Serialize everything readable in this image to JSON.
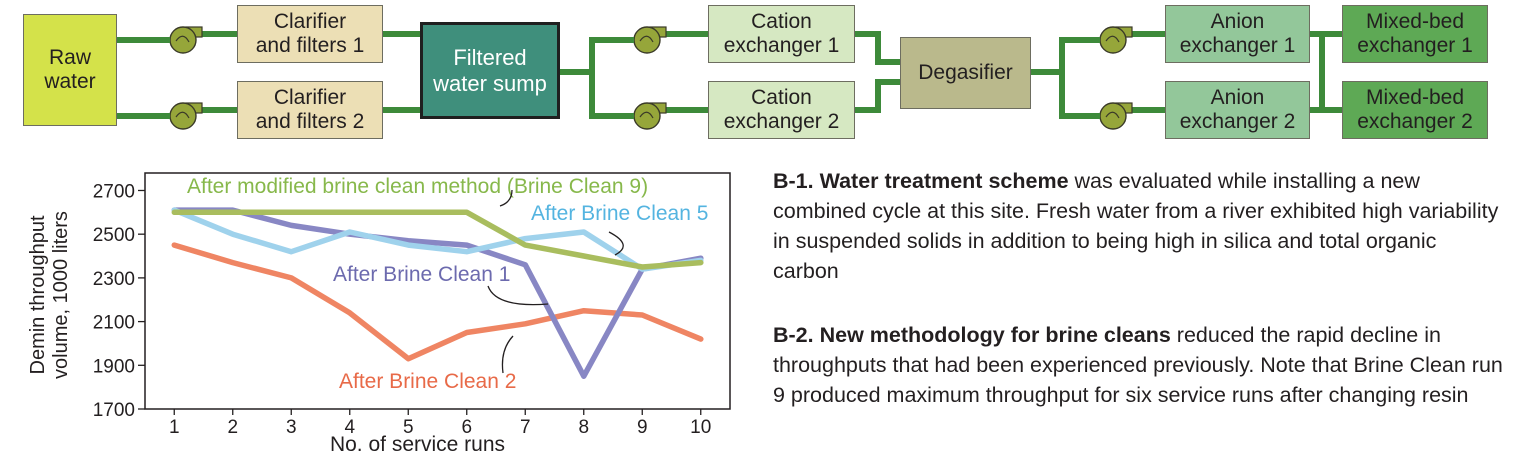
{
  "flow": {
    "boxes": {
      "raw_water": "Raw\nwater",
      "clarifier1": "Clarifier\nand filters 1",
      "clarifier2": "Clarifier\nand filters 2",
      "sump": "Filtered\nwater sump",
      "cation1": "Cation\nexchanger 1",
      "cation2": "Cation\nexchanger 2",
      "degasifier": "Degasifier",
      "anion1": "Anion\nexchanger 1",
      "anion2": "Anion\nexchanger 2",
      "mixed1": "Mixed-bed\nexchanger 1",
      "mixed2": "Mixed-bed\nexchanger 2"
    },
    "colors": {
      "pipe": "#3d8a3a",
      "raw_water": "#d4e24a",
      "clarifier": "#ecdfb5",
      "sump": "#3f8f7c",
      "cation": "#d6e8c2",
      "degasifier": "#bab98c",
      "anion": "#93c79a",
      "mixed": "#5ea955",
      "pump": "#96a63a"
    }
  },
  "chart_data": {
    "type": "line",
    "xlabel": "No. of service runs",
    "ylabel": "Demin throughput\nvolume, 1000 liters",
    "x": [
      1,
      2,
      3,
      4,
      5,
      6,
      7,
      8,
      9,
      10
    ],
    "xlim": [
      0.5,
      10.5
    ],
    "ylim": [
      1700,
      2780
    ],
    "yticks": [
      1700,
      1900,
      2100,
      2300,
      2500,
      2700
    ],
    "grid": false,
    "series": [
      {
        "name": "After Brine Clean 2",
        "color": "#ef8563",
        "values": [
          2450,
          2370,
          2300,
          2140,
          1930,
          2050,
          2090,
          2150,
          2130,
          2020
        ]
      },
      {
        "name": "After Brine Clean 1",
        "color": "#8887c4",
        "values": [
          2610,
          2610,
          2540,
          2500,
          2470,
          2450,
          2360,
          1850,
          2340,
          2390
        ]
      },
      {
        "name": "After Brine Clean 5",
        "color": "#9fd2ec",
        "values": [
          2610,
          2500,
          2420,
          2510,
          2450,
          2420,
          2480,
          2510,
          2340,
          2380
        ]
      },
      {
        "name": "After modified brine clean method (Brine Clean 9)",
        "color": "#a9bd5e",
        "values": [
          2600,
          2600,
          2600,
          2600,
          2600,
          2600,
          2450,
          2400,
          2350,
          2370
        ]
      }
    ],
    "annotations": [
      {
        "text": "After modified brine clean method (Brine Clean 9)",
        "color": "#87b84b"
      },
      {
        "text": "After Brine Clean 5",
        "color": "#54b4e0"
      },
      {
        "text": "After Brine Clean 1",
        "color": "#6c6aae"
      },
      {
        "text": "After Brine Clean 2",
        "color": "#e86a48"
      }
    ]
  },
  "captions": {
    "b1_title": "B-1. Water treatment scheme",
    "b1_text": " was evaluated while installing a new combined cycle at this site. Fresh water from a river exhibited high variability in suspended solids in addition to being high in silica and total organic carbon",
    "b2_title": "B-2. New methodology for brine cleans",
    "b2_text": " reduced the rapid decline in throughputs that had been experienced previously. Note that Brine Clean run 9 produced maximum throughput for six service runs after changing resin"
  }
}
